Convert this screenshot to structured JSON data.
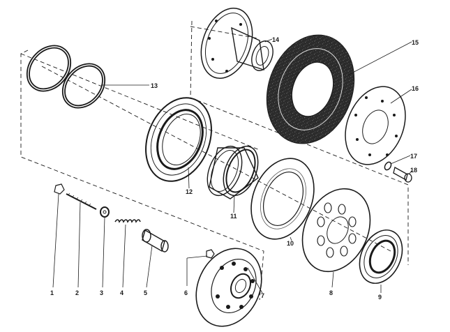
{
  "diagram": {
    "callouts": [
      {
        "id": "1",
        "label": "1"
      },
      {
        "id": "2",
        "label": "2"
      },
      {
        "id": "3",
        "label": "3"
      },
      {
        "id": "4",
        "label": "4"
      },
      {
        "id": "5",
        "label": "5"
      },
      {
        "id": "6",
        "label": "6"
      },
      {
        "id": "7",
        "label": "7"
      },
      {
        "id": "8",
        "label": "8"
      },
      {
        "id": "9",
        "label": "9"
      },
      {
        "id": "10",
        "label": "10"
      },
      {
        "id": "11",
        "label": "11"
      },
      {
        "id": "12",
        "label": "12"
      },
      {
        "id": "13",
        "label": "13"
      },
      {
        "id": "14",
        "label": "14"
      },
      {
        "id": "15",
        "label": "15"
      },
      {
        "id": "16",
        "label": "16"
      },
      {
        "id": "17",
        "label": "17"
      },
      {
        "id": "18",
        "label": "18"
      }
    ],
    "colors": {
      "ink": "#1a1a1a",
      "friction": "#2b2b2b",
      "paper": "#ffffff"
    }
  }
}
